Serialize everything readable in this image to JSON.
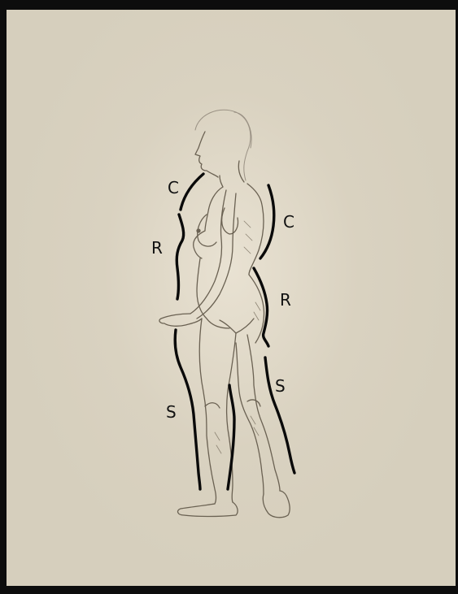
{
  "diagram": {
    "labels": {
      "front_c": "C",
      "front_r": "R",
      "front_s": "S",
      "back_c": "C",
      "back_r": "R",
      "back_s": "S"
    }
  },
  "colors": {
    "paper": "#d6cfbd",
    "border": "#0d0d0d",
    "contour": "#0a0a0a",
    "sketch": "#5e564a"
  }
}
